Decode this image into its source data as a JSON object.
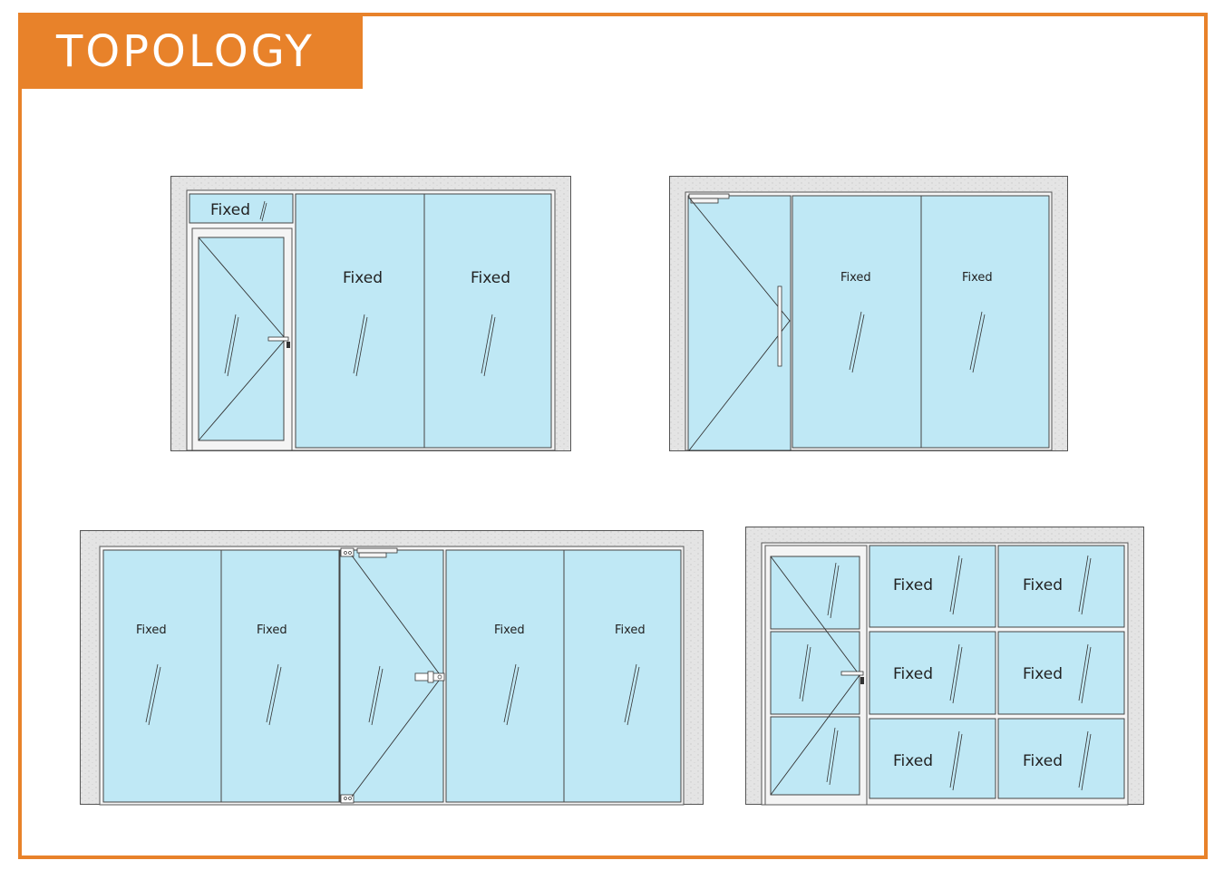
{
  "header": {
    "title": "TOPOLOGY"
  },
  "colors": {
    "accent": "#e8822a",
    "glass": "#bfe8f5",
    "wall": "#e6e6e6",
    "frame": "#f4f4f4"
  },
  "elevations": [
    {
      "id": "A",
      "icons": [
        "door-swing-icon",
        "lever-handle-icon",
        "glass-hatch-icon"
      ],
      "labels": {
        "transom": "Fixed",
        "panel_1": "Fixed",
        "panel_2": "Fixed"
      }
    },
    {
      "id": "B",
      "icons": [
        "door-swing-icon",
        "door-closer-icon",
        "pull-handle-icon",
        "glass-hatch-icon"
      ],
      "labels": {
        "panel_1": "Fixed",
        "panel_2": "Fixed"
      }
    },
    {
      "id": "C",
      "icons": [
        "door-swing-icon",
        "patch-fitting-icon",
        "door-closer-icon",
        "lever-handle-icon",
        "glass-hatch-icon"
      ],
      "labels": {
        "panel_1": "Fixed",
        "panel_2": "Fixed",
        "panel_3": "Fixed",
        "panel_4": "Fixed"
      }
    },
    {
      "id": "D",
      "icons": [
        "door-swing-icon",
        "lever-handle-icon",
        "glass-hatch-icon"
      ],
      "labels": {
        "r1c1": "Fixed",
        "r1c2": "Fixed",
        "r2c1": "Fixed",
        "r2c2": "Fixed",
        "r3c1": "Fixed",
        "r3c2": "Fixed"
      }
    }
  ]
}
